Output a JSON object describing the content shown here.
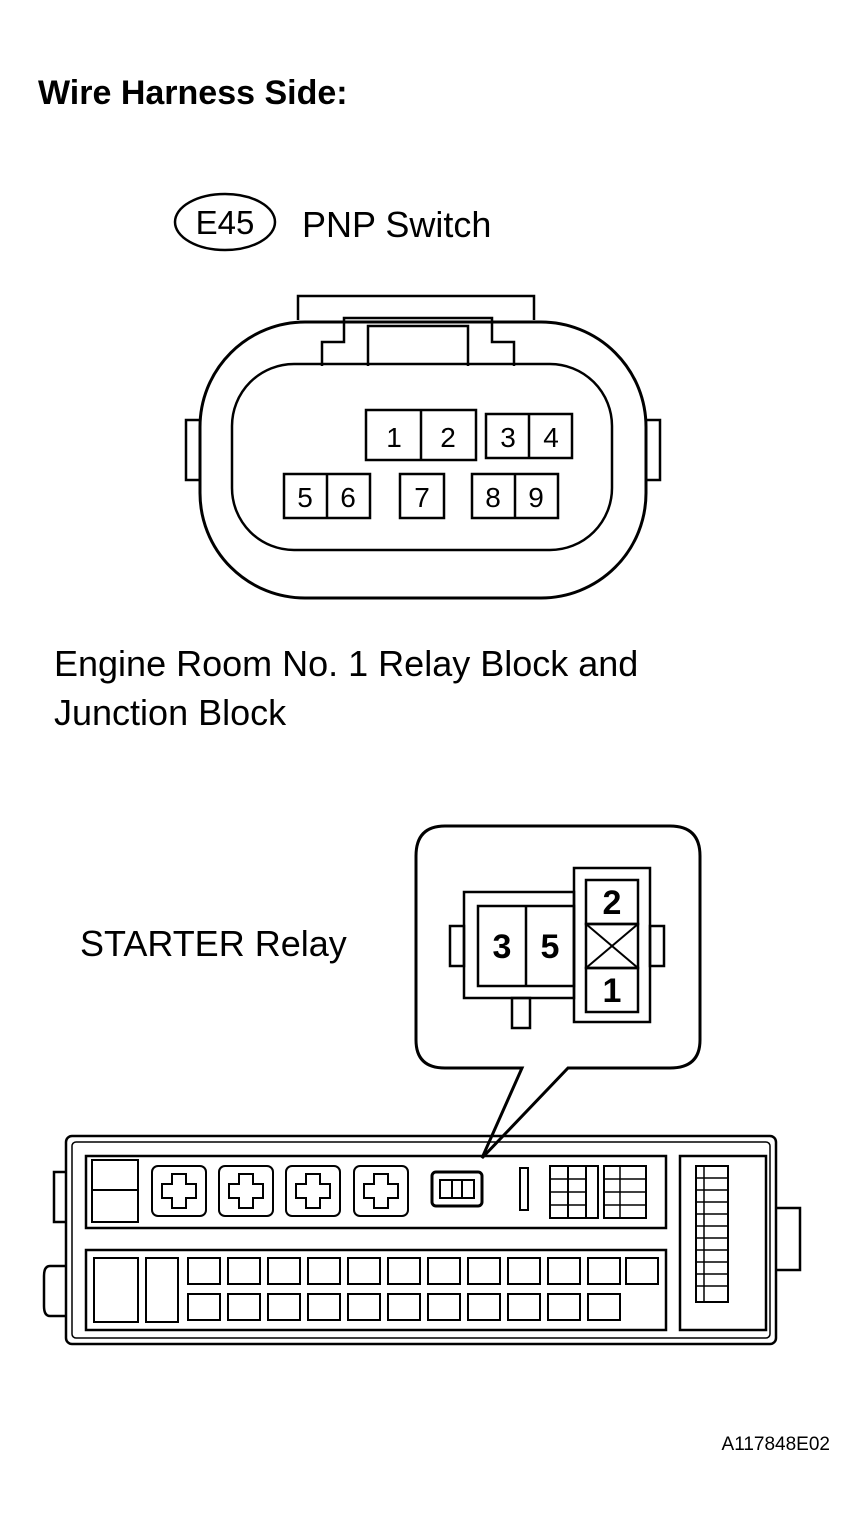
{
  "header": {
    "title": "Wire Harness Side:"
  },
  "pnp": {
    "code": "E45",
    "name": "PNP Switch",
    "pins": [
      "1",
      "2",
      "3",
      "4",
      "5",
      "6",
      "7",
      "8",
      "9"
    ]
  },
  "relay_block": {
    "title_line1": "Engine Room No. 1 Relay Block and",
    "title_line2": "Junction Block"
  },
  "starter": {
    "label": "STARTER Relay",
    "pins": [
      "3",
      "5",
      "2",
      "1"
    ]
  },
  "figure_id": "A117848E02"
}
